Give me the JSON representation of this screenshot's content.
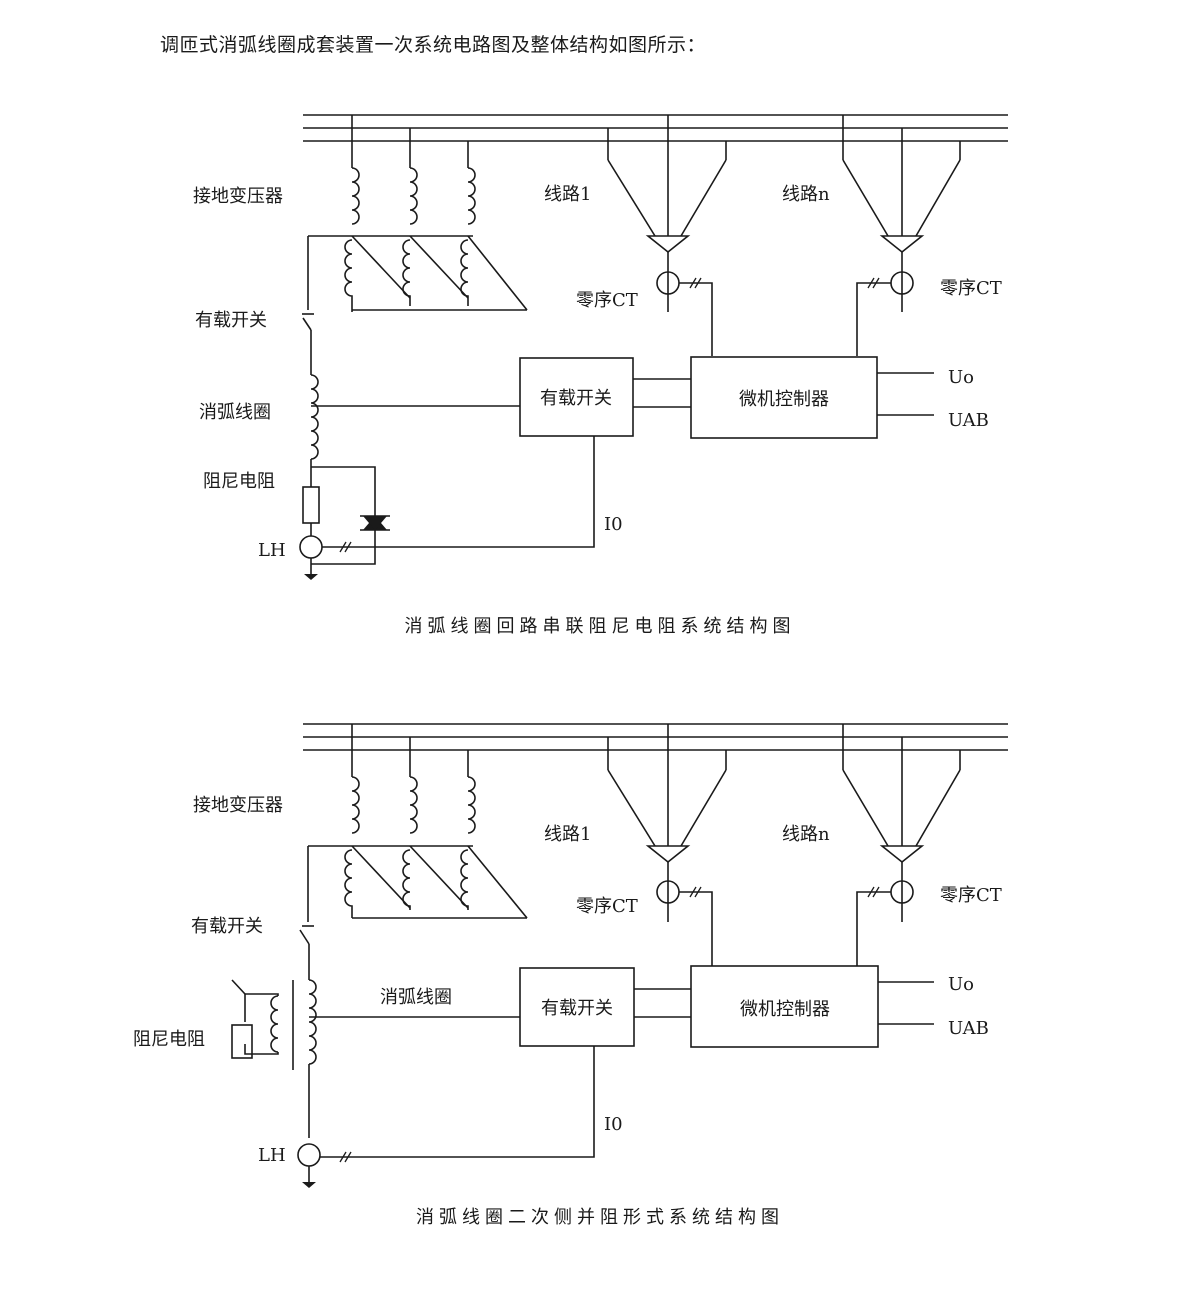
{
  "page": {
    "title": "调匝式消弧线圈成套装置一次系统电路图及整体结构如图所示："
  },
  "diagrams": [
    {
      "labels": {
        "grounding_transformer": "接地变压器",
        "line_1": "线路1",
        "line_n": "线路n",
        "zero_seq_ct_left": "零序CT",
        "zero_seq_ct_right": "零序CT",
        "on_load_switch_label": "有载开关",
        "arc_coil": "消弧线圈",
        "damping_resistor": "阻尼电阻",
        "lh": "LH",
        "switch_box": "有载开关",
        "controller_box": "微机控制器",
        "u0": "Uo",
        "uab": "UAB",
        "i0": "I0"
      },
      "caption": "消弧线圈回路串联阻尼电阻系统结构图"
    },
    {
      "labels": {
        "grounding_transformer": "接地变压器",
        "line_1": "线路1",
        "line_n": "线路n",
        "zero_seq_ct_left": "零序CT",
        "zero_seq_ct_right": "零序CT",
        "on_load_switch_label": "有载开关",
        "arc_coil": "消弧线圈",
        "damping_resistor": "阻尼电阻",
        "lh": "LH",
        "switch_box": "有载开关",
        "controller_box": "微机控制器",
        "u0": "Uo",
        "uab": "UAB",
        "i0": "I0"
      },
      "caption": "消弧线圈二次侧并阻形式系统结构图"
    }
  ]
}
